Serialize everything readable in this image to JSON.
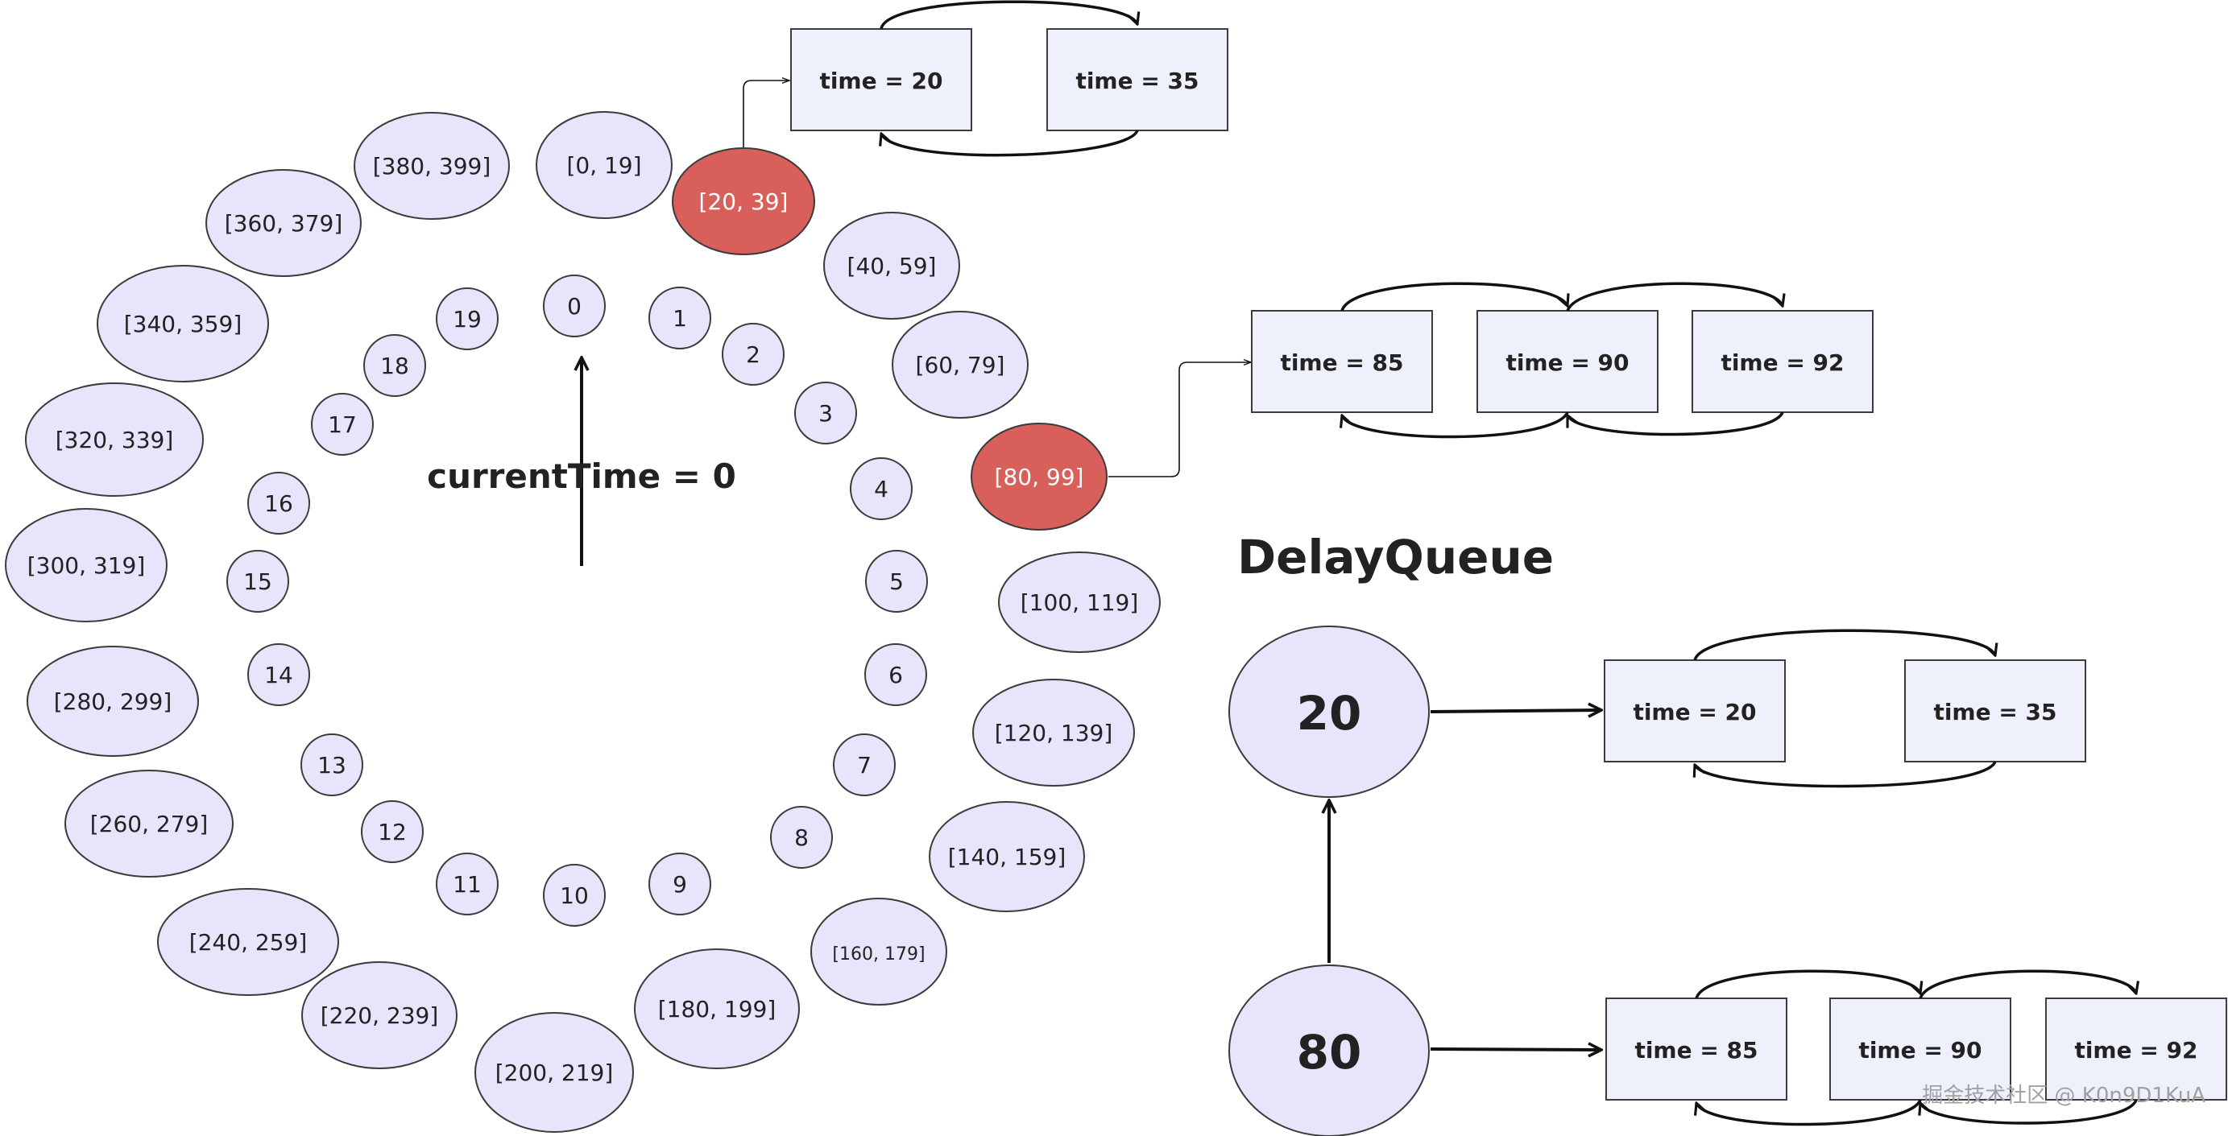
{
  "slots": [
    {
      "label": "[0, 19]"
    },
    {
      "label": "[20, 39]",
      "highlight": true
    },
    {
      "label": "[40, 59]"
    },
    {
      "label": "[60, 79]"
    },
    {
      "label": "[80, 99]",
      "highlight": true
    },
    {
      "label": "[100, 119]"
    },
    {
      "label": "[120, 139]"
    },
    {
      "label": "[140, 159]"
    },
    {
      "label": "[160, 179]"
    },
    {
      "label": "[180, 199]"
    },
    {
      "label": "[200, 219]"
    },
    {
      "label": "[220, 239]"
    },
    {
      "label": "[240, 259]"
    },
    {
      "label": "[260, 279]"
    },
    {
      "label": "[280, 299]"
    },
    {
      "label": "[300, 319]"
    },
    {
      "label": "[320, 339]"
    },
    {
      "label": "[340, 359]"
    },
    {
      "label": "[360, 379]"
    },
    {
      "label": "[380, 399]"
    }
  ],
  "tick_labels": [
    "0",
    "1",
    "2",
    "3",
    "4",
    "5",
    "6",
    "7",
    "8",
    "9",
    "10",
    "11",
    "12",
    "13",
    "14",
    "15",
    "16",
    "17",
    "18",
    "19"
  ],
  "current_time_label": "currentTime = 0",
  "delay_queue": {
    "title": "DelayQueue",
    "nodes": [
      {
        "label": "20",
        "tasks": [
          "time = 20",
          "time = 35"
        ]
      },
      {
        "label": "80",
        "tasks": [
          "time = 85",
          "time = 90",
          "time = 92"
        ]
      }
    ]
  },
  "wheel_tasks": {
    "slot_20": [
      "time = 20",
      "time = 35"
    ],
    "slot_80": [
      "time = 85",
      "time = 90",
      "time = 92"
    ]
  },
  "colors": {
    "slot_fill": "#e8e4fb",
    "highlight_fill": "#d95f5b",
    "task_fill": "#eef0fb"
  },
  "watermark": "掘金技术社区 @ K0n9D1KuA"
}
